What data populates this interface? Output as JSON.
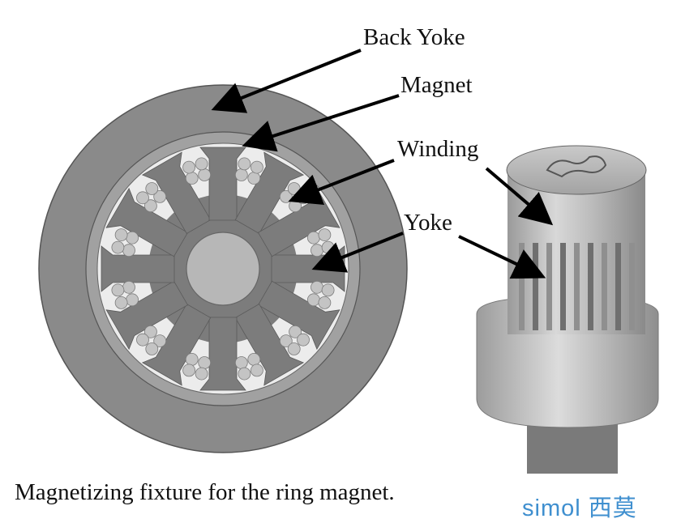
{
  "labels": {
    "back_yoke": "Back Yoke",
    "magnet": "Magnet",
    "winding": "Winding",
    "yoke": "Yoke"
  },
  "caption": "Magnetizing fixture for the ring magnet.",
  "watermark": "simol 西莫",
  "colors": {
    "back_yoke": "#8a8a8a",
    "magnet_ring": "#9a9a9a",
    "yoke": "#7c7c7c",
    "hub": "#b7b7b7",
    "winding": "#c4c4c4",
    "slot_background": "#e9e9e9",
    "arrow": "#000000",
    "watermark": "#3f8fcf"
  },
  "slot_count": 12
}
